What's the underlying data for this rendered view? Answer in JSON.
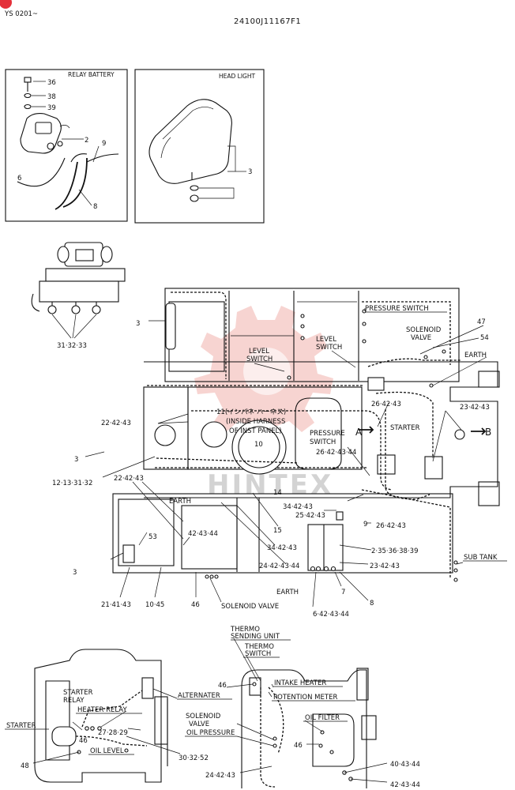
{
  "header": {
    "series": "YS 0201~",
    "drawing_number": "24100J11167F1"
  },
  "watermark": {
    "text": "HINTEX"
  },
  "inset_relay_battery": {
    "title": "RELAY BATTERY",
    "parts": [
      "36",
      "38",
      "39",
      "2",
      "9",
      "6",
      "8"
    ]
  },
  "inset_head_light": {
    "title": "HEAD LIGHT",
    "parts": [
      "3"
    ]
  },
  "relay_detail": {
    "callout": "31·32·33"
  },
  "main_view": {
    "labels": {
      "pressure_switch_top": "PRESSURE SWITCH",
      "solenoid_valve_top": [
        "SOLENOID",
        "VALVE"
      ],
      "earth_top": "EARTH",
      "level_switch_left": [
        "LEVEL",
        "SWITCH"
      ],
      "level_switch_right": [
        "LEVEL",
        "SWITCH"
      ],
      "inside_harness": [
        "11(インパネ ハーネス)",
        "(INSIDE HARNESS",
        "OF INST PANEL)"
      ],
      "pressure_switch_mid": [
        "PRESSURE",
        "SWITCH"
      ],
      "starter": "STARTER",
      "view_a": "A",
      "view_b": "B",
      "earth_mid": "EARTH",
      "sub_tank": "SUB TANK",
      "earth_bottom": "EARTH",
      "solenoid_valve_bottom": "SOLENOID VALVE"
    },
    "callouts": {
      "c47": "47",
      "c54": "54",
      "c3a": "3",
      "c26_42_43": "26·42·43",
      "c23_42_43a": "23·42·43",
      "c22_42_43a": "22·42·43",
      "c3b": "3",
      "c10": "10",
      "c26_42_43_44": "26·42·43·44",
      "c12_13_31_32": "12·13·31·32",
      "c22_42_43b": "22·42·43",
      "c14": "14",
      "c34_42_43a": "34·42·43",
      "c25_42_43": "25·42·43",
      "c9": "9",
      "c26_42_43b": "26·42·43",
      "c15": "15",
      "c42_43_44": "42·43·44",
      "c53": "53",
      "c34_42_43b": "34·42·43",
      "c2_35_36_38_39": "2·35·36·38·39",
      "c24_42_43_44": "24·42·43·44",
      "c23_42_43b": "23·42·43",
      "c3c": "3",
      "c21_41_43": "21·41·43",
      "c10_45": "10·45",
      "c46": "46",
      "c6_42_43_44": "6·42·43·44",
      "c7": "7",
      "c8": "8"
    }
  },
  "engine_view": {
    "labels": {
      "thermo_sending_unit": [
        "THERMO",
        "SENDING UNIT"
      ],
      "thermo_switch": [
        "THERMO",
        "SWITCH"
      ],
      "intake_heater": "INTAKE HEATER",
      "potention_meter": "POTENTION METER",
      "starter_relay": [
        "STARTER",
        "RELAY"
      ],
      "heater_relay": "HEATER RELAY",
      "alternater": "ALTERNATER",
      "starter": "STARTER",
      "solenoid_valve": [
        "SOLENOID",
        "VALVE"
      ],
      "oil_pressure": "OIL PRESSURE",
      "oil_filter": "OIL FILTER",
      "oil_level": "OIL LEVEL"
    },
    "callouts": {
      "c46a": "46",
      "c27_28_29": "27·28·29",
      "c46b": "46",
      "c46c": "46",
      "c48": "48",
      "c30_32_52": "30·32·52",
      "c24_42_43": "24·42·43",
      "c40_43_44": "40·43·44",
      "c42_43_44": "42·43·44"
    }
  }
}
